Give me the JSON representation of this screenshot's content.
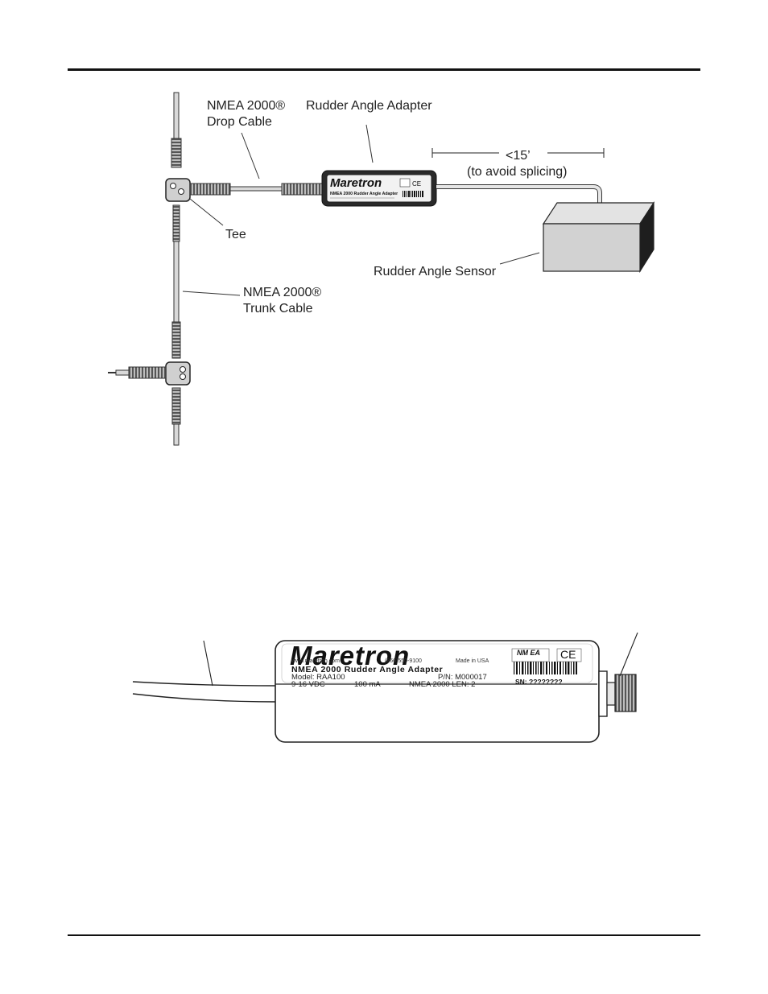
{
  "diagram": {
    "labels": {
      "drop_cable": [
        "NMEA 2000®",
        "Drop Cable"
      ],
      "adapter": "Rudder Angle Adapter",
      "distance_top": "<15’",
      "distance_bottom": "(to avoid splicing)",
      "tee": "Tee",
      "sensor": "Rudder Angle Sensor",
      "trunk_cable": [
        "NMEA 2000®",
        "Trunk Cable"
      ]
    },
    "small_device": {
      "brand": "Maretron",
      "title": "NMEA 2000 Rudder Angle Adapter"
    }
  },
  "device": {
    "brand": "Maretron",
    "website": "www.maretron.com",
    "phone": "(866)550-9100",
    "made_in": "Made in USA",
    "title": "NMEA 2000 Rudder Angle Adapter",
    "model": "Model: RAA100",
    "part_number": "P/N: M000017",
    "voltage": "9-16 VDC",
    "current": "100 mA",
    "len": "NMEA 2000 LEN: 2",
    "serial": "SN: ????????",
    "ce_mark": "CE",
    "nmea_logo": "NM EA"
  }
}
